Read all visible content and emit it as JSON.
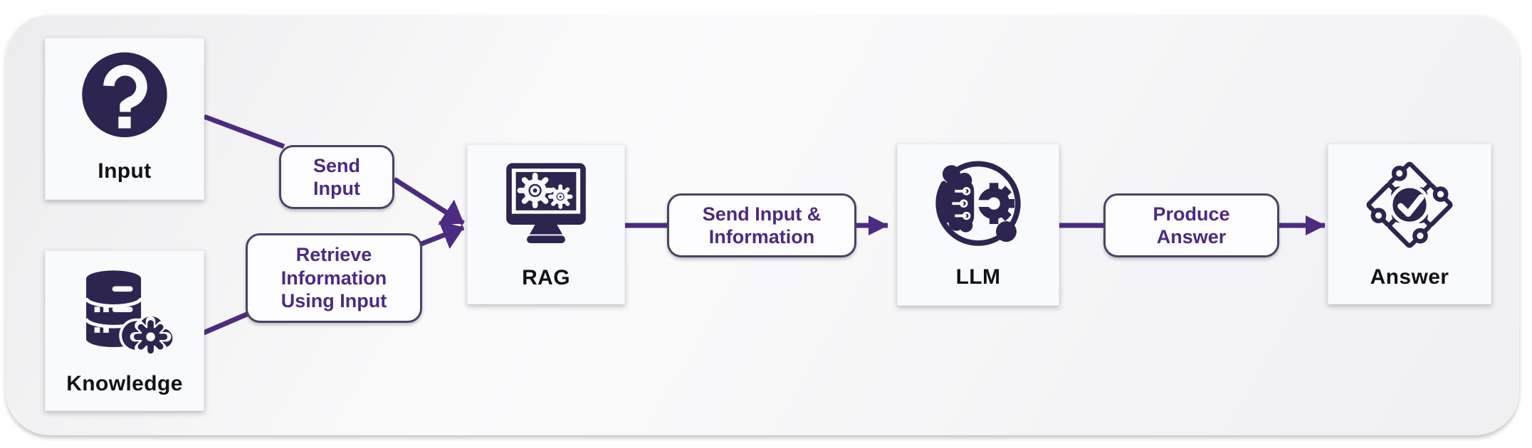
{
  "diagram": {
    "type": "flowchart",
    "nodes": [
      {
        "id": "input",
        "label": "Input",
        "icon": "question-mark-icon"
      },
      {
        "id": "knowledge",
        "label": "Knowledge",
        "icon": "database-gear-icon"
      },
      {
        "id": "rag",
        "label": "RAG",
        "icon": "computer-gears-icon"
      },
      {
        "id": "llm",
        "label": "LLM",
        "icon": "ai-brain-gear-icon"
      },
      {
        "id": "answer",
        "label": "Answer",
        "icon": "puzzle-check-icon"
      }
    ],
    "edge_labels": [
      {
        "id": "send-input",
        "text": "Send Input",
        "from": "input",
        "to": "rag"
      },
      {
        "id": "retrieve-information",
        "text": "Retrieve Information Using Input",
        "from": "knowledge",
        "to": "rag"
      },
      {
        "id": "send-input-information",
        "text": "Send Input & Information",
        "from": "rag",
        "to": "llm"
      },
      {
        "id": "produce-answer",
        "text": "Produce Answer",
        "from": "llm",
        "to": "answer"
      }
    ],
    "colors": {
      "icon_dark": "#2e2450",
      "arrow": "#4c2b82",
      "label_text": "#4c2a80",
      "label_border": "#4a4263",
      "node_text": "#111118"
    }
  }
}
